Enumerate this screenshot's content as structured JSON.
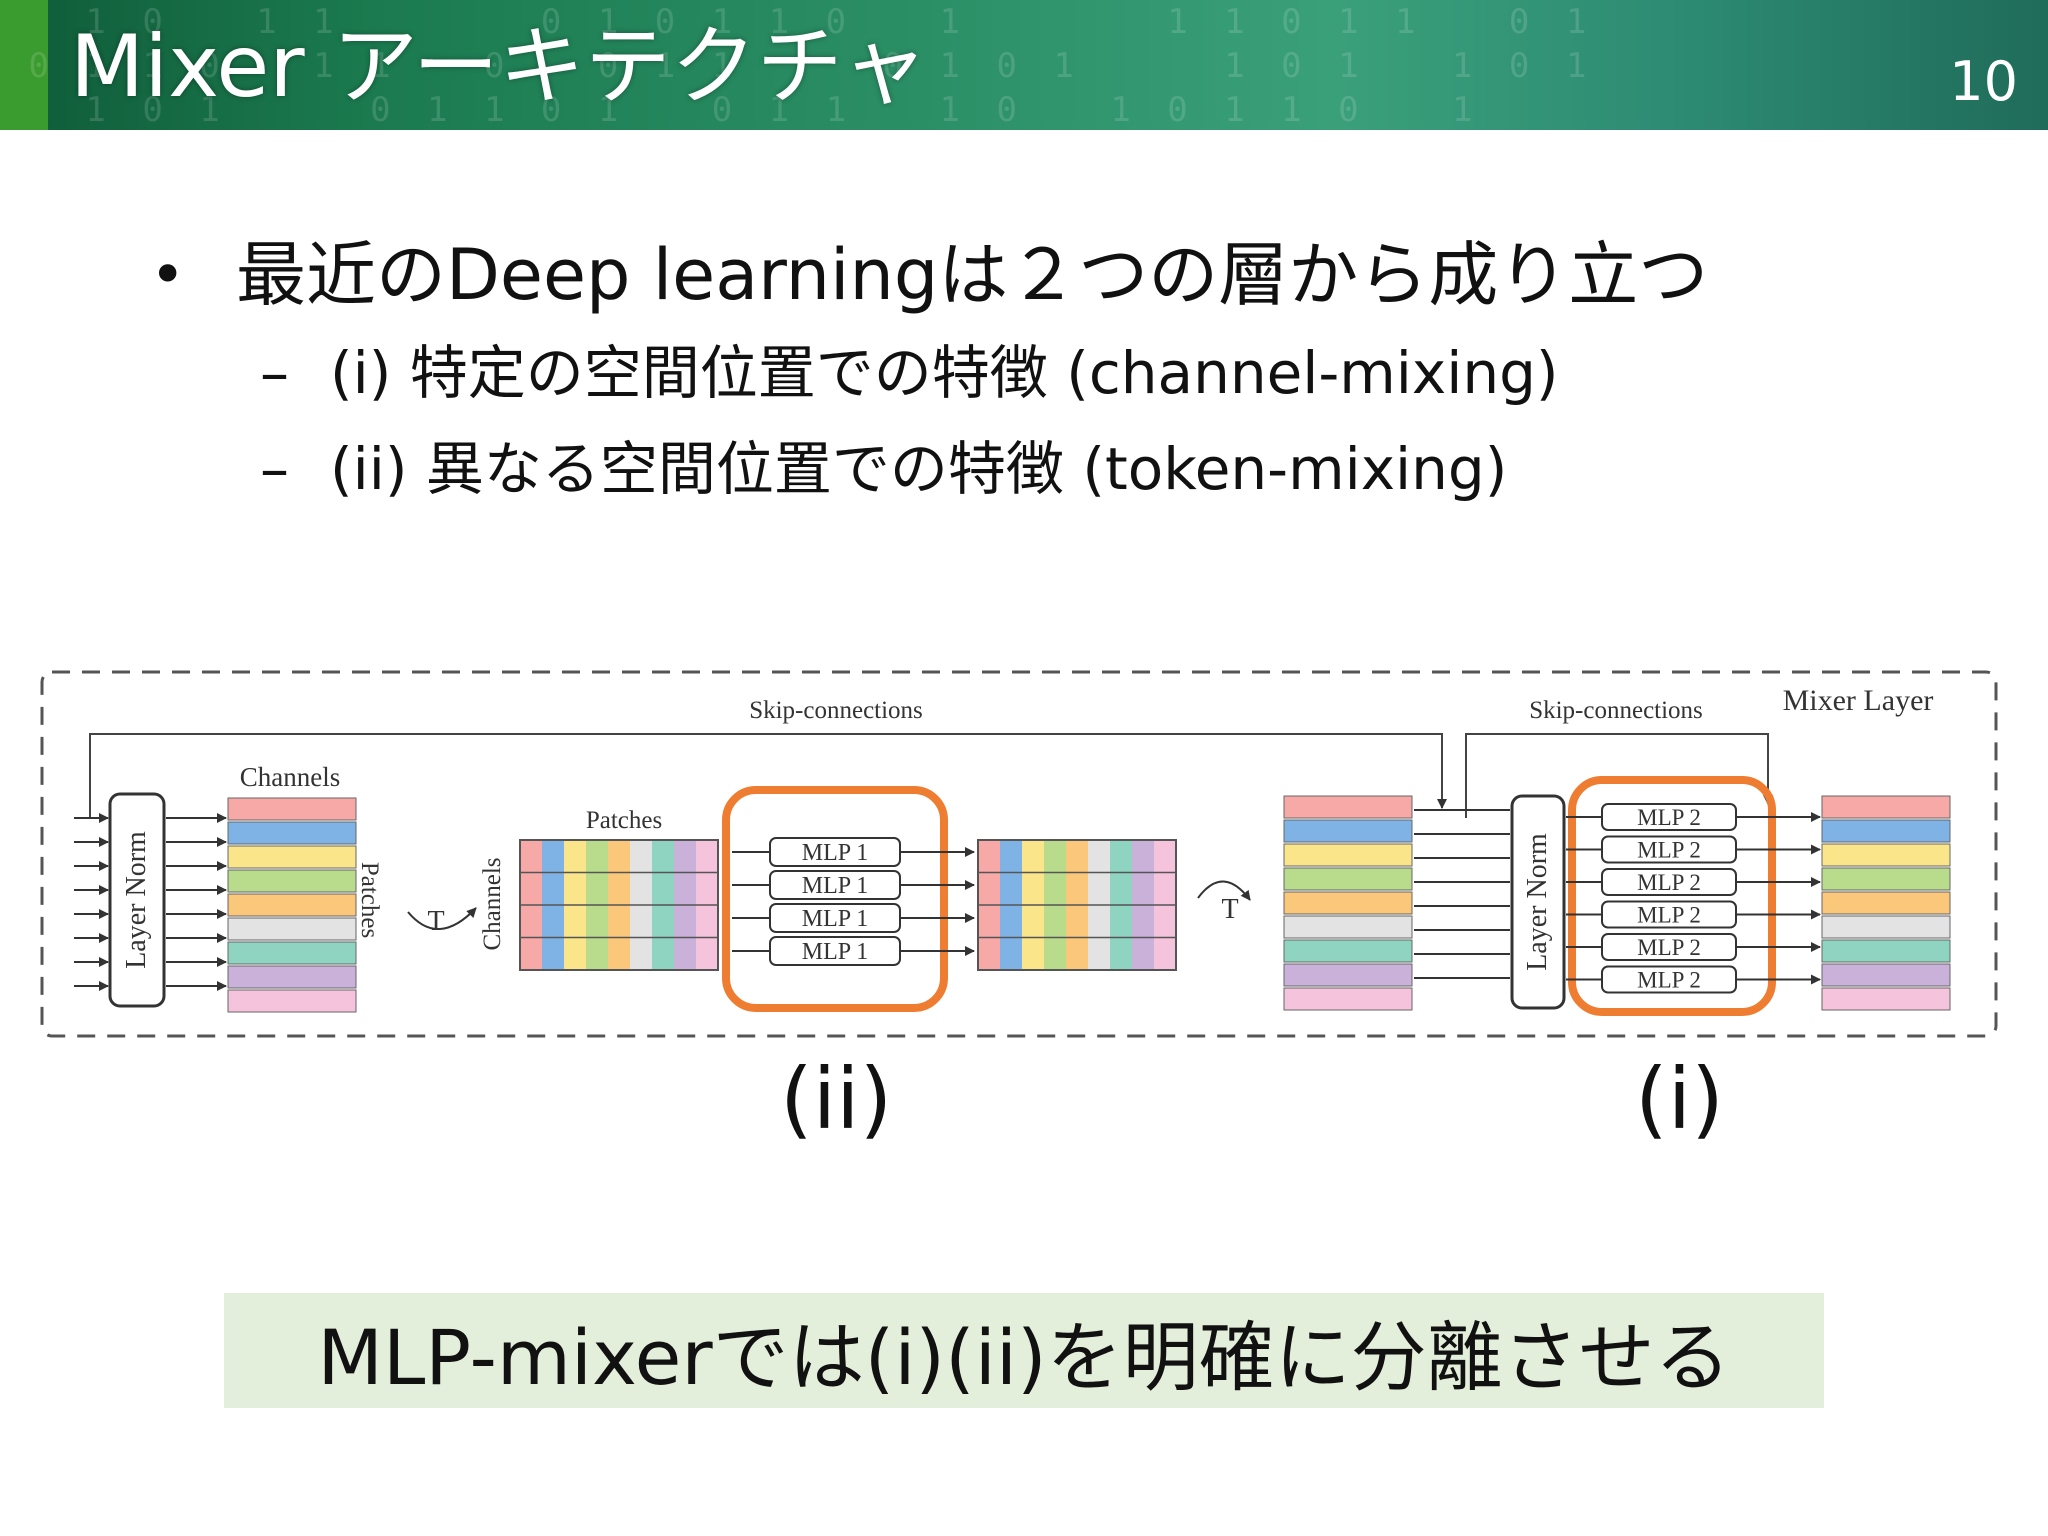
{
  "header": {
    "title": "Mixer アーキテクチャ",
    "page_number": "10"
  },
  "bullets": {
    "main": "最近のDeep learningは２つの層から成り立つ",
    "sub1": "(i) 特定の空間位置での特徴 (channel-mixing)",
    "sub2": "(ii) 異なる空間位置での特徴 (token-mixing)"
  },
  "diagram": {
    "mixer_layer_label": "Mixer Layer",
    "skip_connections_1": "Skip-connections",
    "skip_connections_2": "Skip-connections",
    "layer_norm_1": "Layer Norm",
    "layer_norm_2": "Layer Norm",
    "channels_label_1": "Channels",
    "patches_label_1": "Patches",
    "channels_label_2": "Channels",
    "patches_label_2": "Patches",
    "transpose_1": "T",
    "transpose_2": "T",
    "mlp1_labels": [
      "MLP 1",
      "MLP 1",
      "MLP 1",
      "MLP 1"
    ],
    "mlp2_labels": [
      "MLP 2",
      "MLP 2",
      "MLP 2",
      "MLP 2",
      "MLP 2",
      "MLP 2"
    ],
    "row_colors": [
      "#f7a9a8",
      "#7fb3e6",
      "#fbe58a",
      "#b9dc8c",
      "#fbc77a",
      "#e3e3e3",
      "#8fd4c1",
      "#c9b1d9",
      "#f5c3dc"
    ],
    "highlight_color": "#ee7d31"
  },
  "captions": {
    "ii": "(ii)",
    "i": "(i)"
  },
  "summary": {
    "text": "MLP-mixerでは(i)(ii)を明確に分離させる"
  }
}
